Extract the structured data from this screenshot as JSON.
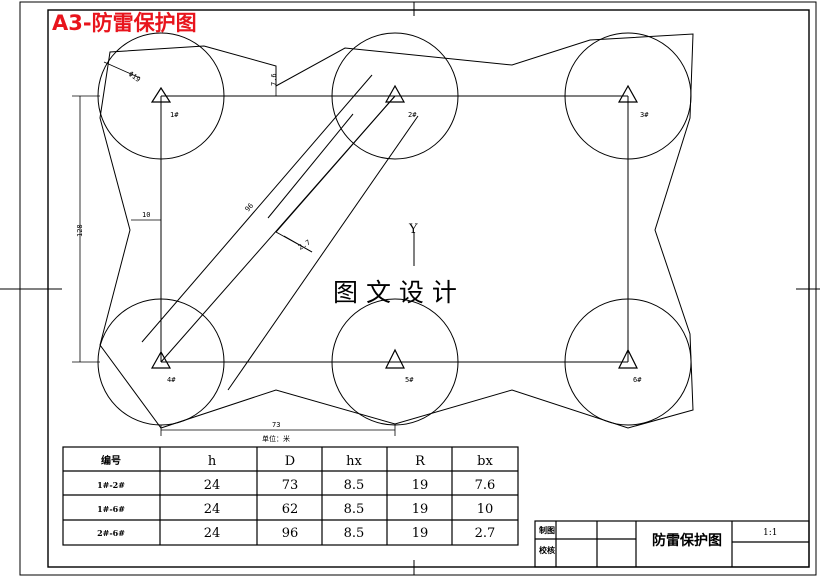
{
  "sheet_title": "A3-防雷保护图",
  "watermark": "图 文 设 计",
  "axis_mark": "Y",
  "unit_note": "单位：米",
  "dimensions": {
    "d_label": "73",
    "r_label": "Φ19",
    "h_label": "7.6",
    "bx_label": "10",
    "h3_label": "96",
    "bx3_label": "2.7",
    "overall_label": "128"
  },
  "points": [
    "1#",
    "2#",
    "3#",
    "4#",
    "5#",
    "6#"
  ],
  "table": {
    "headers": [
      "编号",
      "h",
      "D",
      "hx",
      "R",
      "bx"
    ],
    "rows": [
      [
        "1#-2#",
        "24",
        "73",
        "8.5",
        "19",
        "7.6"
      ],
      [
        "1#-6#",
        "24",
        "62",
        "8.5",
        "19",
        "10"
      ],
      [
        "2#-6#",
        "24",
        "96",
        "8.5",
        "19",
        "2.7"
      ]
    ]
  },
  "title_block": {
    "drawn_label": "制图",
    "checked_label": "校核",
    "drawing_name": "防雷保护图",
    "scale": "1:1"
  },
  "colors": {
    "ink": "#000000",
    "title_red": "#e8141c"
  }
}
